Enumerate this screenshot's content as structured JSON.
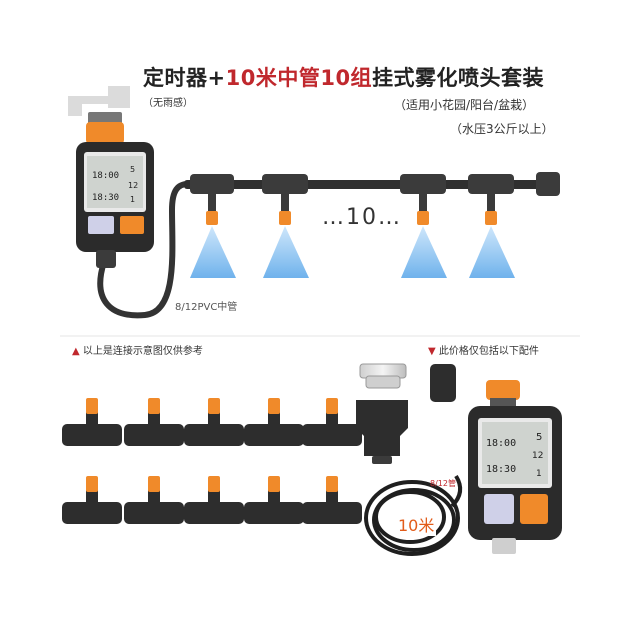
{
  "title": {
    "part1": "定时器+",
    "part2": "10米中管10组",
    "part3": "挂式雾化喷头套装"
  },
  "subtitle_left": "（无雨感）",
  "subtitle_right": "（适用小花园/阳台/盆栽）",
  "subtitle_pressure": "（水压3公斤以上）",
  "pipe_label": "8/12PVC中管",
  "dots_label": "…10…",
  "note_left": "以上是连接示意图仅供参考",
  "note_right": "此价格仅包括以下配件",
  "note_marker_left": "▲",
  "note_marker_right": "▼",
  "hose_length": "10米",
  "hose_size": "8/12管",
  "timer_screen": {
    "time1": "18:00",
    "time2": "18:30",
    "digit1": "5",
    "digit2": "12",
    "digit3": "1"
  },
  "colors": {
    "accent_orange": "#f08a2a",
    "title_red": "#c0282d",
    "spray_blue": "#8ec5f2",
    "device_dark": "#2b2b2b"
  }
}
